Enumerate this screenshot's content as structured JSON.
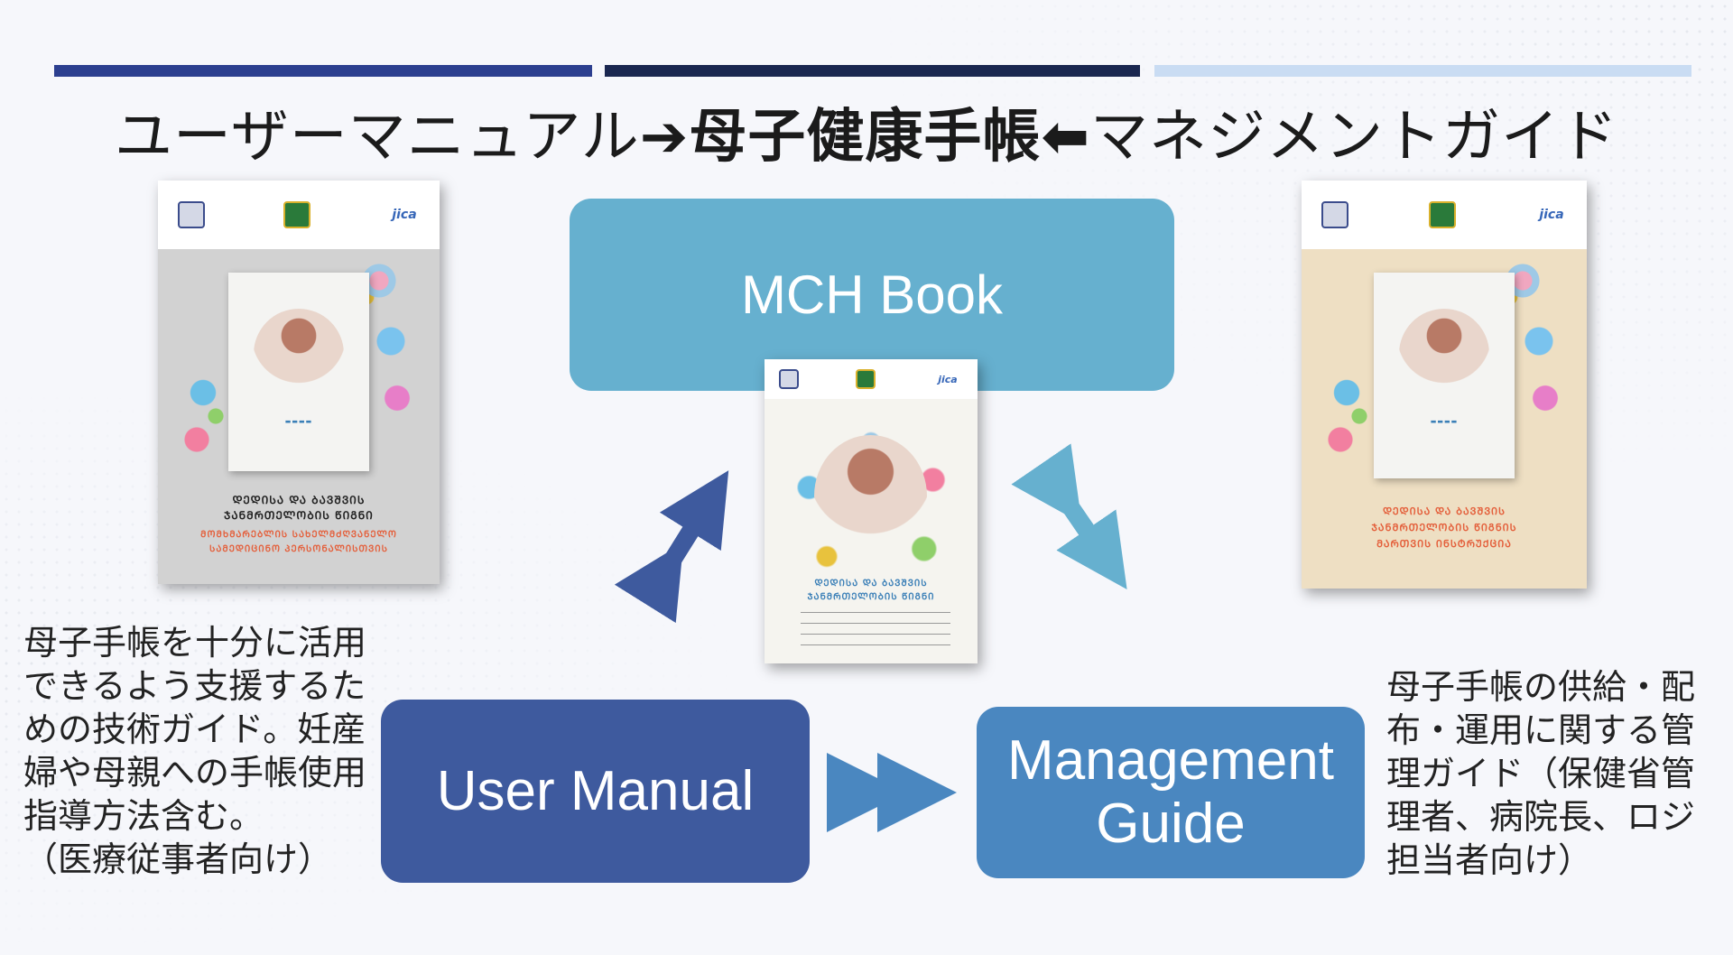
{
  "header": {
    "title_left": "ユーザーマニュアル",
    "arrow_right": "➔",
    "title_center": "母子健康手帳",
    "arrow_left": "⬅",
    "title_right": "マネジメントガイド"
  },
  "boxes": {
    "mch_book": "MCH Book",
    "user_manual": "User Manual",
    "management_line1": "Management",
    "management_line2": "Guide"
  },
  "descriptions": {
    "left": "母子手帳を十分に活用できるよう支援するための技術ガイド。妊産婦や母親への手帳使用指導方法含む。\n（医療従事者向け）",
    "right": "母子手帳の供給・配布・運用に関する管理ガイド（保健省管理者、病院長、ロジ担当者向け）"
  },
  "books": {
    "left_title1": "ᲓᲔᲓᲘᲡᲐ ᲓᲐ ᲑᲐᲕᲨᲕᲘᲡ",
    "left_title2": "ᲯᲐᲜᲛᲠᲗᲔᲚᲝᲑᲘᲡ ᲬᲘᲒᲜᲘ",
    "left_sub1": "ᲛᲝᲛᲮᲛᲐᲠᲔᲑᲚᲘᲡ ᲡᲐᲮᲔᲚᲛᲫᲦᲕᲐᲜᲔᲚᲝ",
    "left_sub2": "ᲡᲐᲛᲔᲓᲘᲪᲘᲜᲝ ᲞᲔᲠᲡᲝᲜᲐᲚᲘᲡᲗᲕᲘᲡ",
    "center_title1": "ᲓᲔᲓᲘᲡᲐ ᲓᲐ ᲑᲐᲕᲨᲕᲘᲡ",
    "center_title2": "ᲯᲐᲜᲛᲠᲗᲔᲚᲝᲑᲘᲡ ᲬᲘᲒᲜᲘ",
    "right_title1": "ᲓᲔᲓᲘᲡᲐ ᲓᲐ ᲑᲐᲕᲨᲕᲘᲡ",
    "right_title2": "ᲯᲐᲜᲛᲠᲗᲔᲚᲝᲑᲘᲡ ᲬᲘᲒᲜᲘᲡ",
    "right_title3": "ᲛᲐᲠᲗᲕᲘᲡ ᲘᲜᲡᲢᲠᲣᲥᲪᲘᲐ",
    "jica": "jica"
  },
  "colors": {
    "bar1": "#2c3f8f",
    "bar2": "#1a2750",
    "bar3": "#c9dcf3",
    "mch_box": "#66b0cf",
    "user_box": "#3e5a9e",
    "mgmt_box": "#4a87c0",
    "arrow_dark": "#3e5a9e",
    "arrow_light": "#66b0cf"
  }
}
